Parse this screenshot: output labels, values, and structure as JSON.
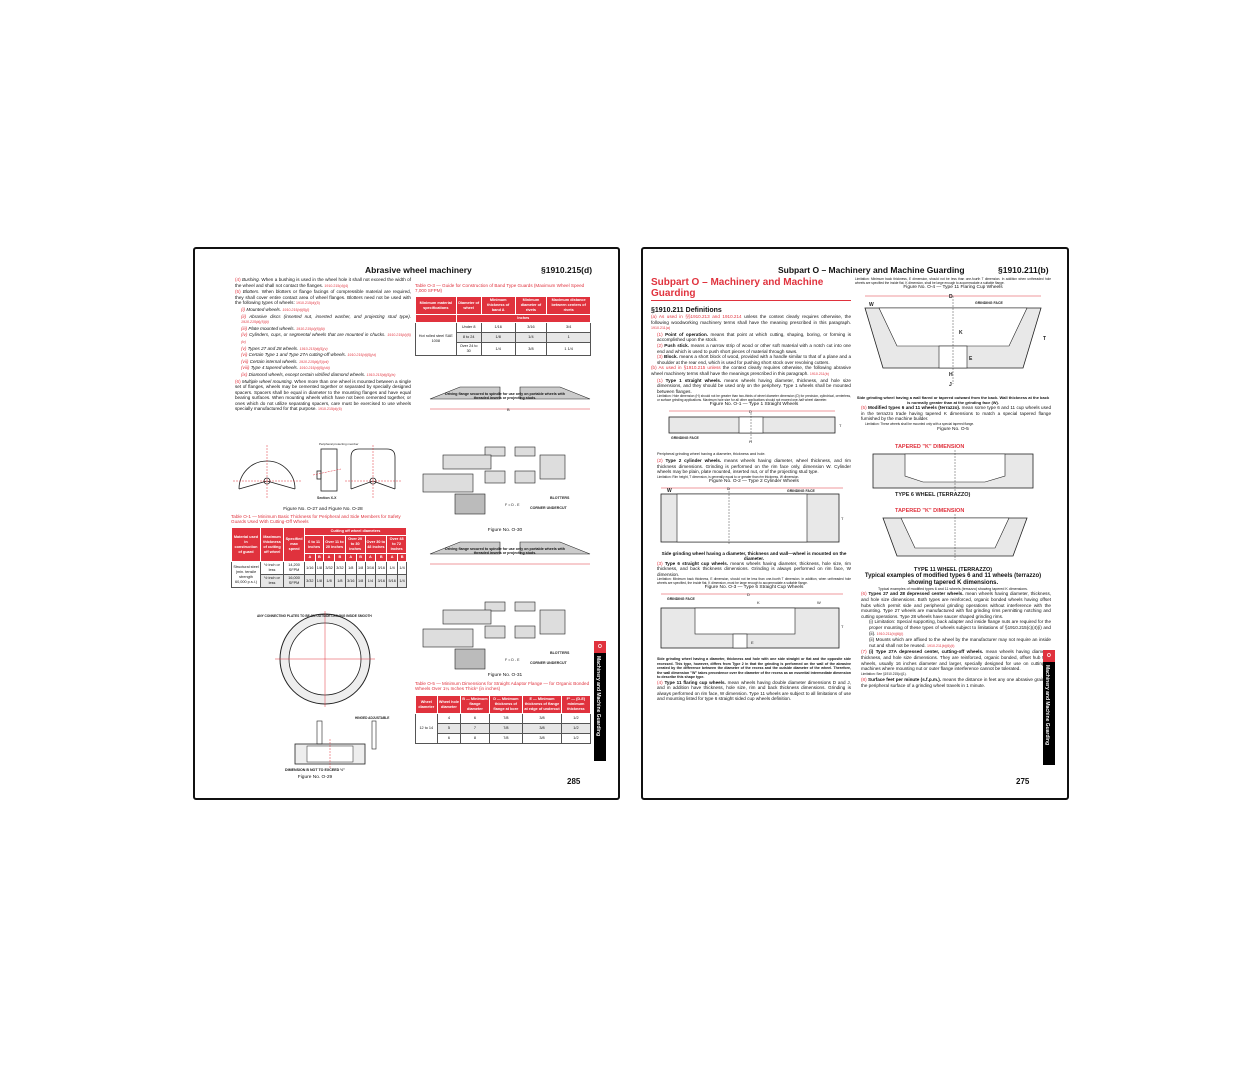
{
  "left_page": {
    "header_title": "Abrasive wheel machinery",
    "header_section": "§1910.215(d)",
    "page_number": "285",
    "side_tab": {
      "letter": "O",
      "label": "Machinery and Machine Guarding"
    },
    "paragraphs": {
      "p4_num": "(4)",
      "p4_lead": "Bushing.",
      "p4_text": "When a bushing is used in the wheel hole it shall not exceed the width of the wheel and shall not contact the flanges.",
      "p4_ref": "1910.215(d)(4)",
      "p5_num": "(5)",
      "p5_lead": "Blotters.",
      "p5_text": "When blotters or flange facings of compressible material are required, they shall cover entire contact area of wheel flanges. Blotters need not be used with the following types of wheels:",
      "p5_ref": "1910.215(d)(5)",
      "p6_num": "(6)",
      "p6_lead": "Multiple wheel mounting.",
      "p6_text": "When more than one wheel is mounted between a single set of flanges, wheels may be cemented together or separated by specially designed spacers. Spacers shall be equal in diameter to the mounting flanges and have equal bearing surfaces. When mounting wheels which have not been cemented together, or ones which do not utilize separating spacers, care must be exercised to use wheels specially manufactured for that purpose.",
      "p6_ref": "1910.215(d)(6)"
    },
    "blotter_exceptions": [
      {
        "num": "(i)",
        "text": "Mounted wheels.",
        "ref": "1910.215(d)(5)(i)"
      },
      {
        "num": "(ii)",
        "text": "Abrasive discs (inserted nut, inserted washer, and projecting stud type).",
        "ref": "1910.215(d)(5)(ii)"
      },
      {
        "num": "(iii)",
        "text": "Plate mounted wheels.",
        "ref": "1910.215(d)(5)(iii)"
      },
      {
        "num": "(iv)",
        "text": "Cylinders, cups, or segmental wheels that are mounted in chucks.",
        "ref": "1910.215(d)(5)(iv)"
      },
      {
        "num": "(v)",
        "text": "Types 27 and 28 wheels.",
        "ref": "1910.215(d)(5)(v)"
      },
      {
        "num": "(vi)",
        "text": "Certain Type 1 and Type 27A cutting-off wheels.",
        "ref": "1910.215(d)(5)(vi)"
      },
      {
        "num": "(vii)",
        "text": "Certain internal wheels.",
        "ref": "1910.215(d)(5)(vii)"
      },
      {
        "num": "(viii)",
        "text": "Type 4 tapered wheels.",
        "ref": "1910.215(d)(5)(viii)"
      },
      {
        "num": "(ix)",
        "text": "Diamond wheels, except certain vitrified diamond wheels.",
        "ref": "1910.215(d)(5)(ix)"
      }
    ],
    "figures": {
      "fig27_28": "Figure No. O-27 and Figure No. O-28",
      "fig27_28_section": "Section X-X",
      "fig27_28_member": "Peripheral protecting member",
      "fig29": "Figure No. O-29",
      "fig29_note1": "ANY CONNECTING PLATES TO BE ON OUTSIDE LEAVING INSIDE SMOOTH",
      "fig29_note2": "HINGED ADJUSTABLE",
      "fig29_note3": "DIMENSION B NOT TO EXCEED ½\"",
      "fig30": "Figure No. O-30",
      "fig31": "Figure No. O-31",
      "driving_flange_caption": "Driving flange secured to spindle for use only on portable wheels with threaded inserts or projecting studs.",
      "blotters_label": "BLOTTERS",
      "corner_undercut_label": "CORNER UNDERCUT",
      "f_formula": "F = D - E"
    },
    "table_o1": {
      "title": "Table O-1 — Minimum Basic Thickness for Peripheral and Side Members for Safety Guards Used With Cutting-Off Wheels",
      "col_material": "Material used in construction of guard",
      "col_thickness": "Maximum thickness of cutting off wheel",
      "col_speed": "Specified max speed",
      "col_group": "Cutting off wheel diameters",
      "ranges": [
        "6 to 11 inches",
        "Over 11 to 20 inches",
        "Over 20 to 30 inches",
        "Over 30 to 48 inches",
        "Over 48 to 72 inches"
      ],
      "ab": [
        "A",
        "B",
        "A",
        "B",
        "A",
        "B",
        "A",
        "B",
        "A",
        "B"
      ],
      "material": "Structural steel (min. tensile strength 60,000 p.s.i.)",
      "rows": [
        {
          "thickness": "½ inch or less",
          "speed": "14,200 SFPM",
          "values": [
            "1/16",
            "1/8",
            "3/32",
            "3/32",
            "1/8",
            "1/8",
            "3/16",
            "3/16",
            "1/4",
            "1/4"
          ]
        },
        {
          "thickness": "½ inch or less",
          "speed": "16,000 SFPM",
          "values": [
            "3/32",
            "1/8",
            "1/8",
            "1/8",
            "3/16",
            "1/8",
            "1/4",
            "3/16",
            "5/16",
            "1/4"
          ]
        }
      ]
    },
    "table_o3": {
      "title": "Table O-3 — Guide for Construction of Band Type Guards (Maximum Wheel Speed 7,000 SFPM)",
      "headers": [
        "Minimum material specifications",
        "Diameter of wheel",
        "Minimum thickness of band A",
        "Minimum diameter of rivets",
        "Maximum distance between centers of rivets"
      ],
      "unit": "Inches",
      "material": "Hot rolled steel SAE 1008",
      "rows": [
        {
          "diameter": "Under 8",
          "band": "1/16",
          "rivet": "3/16",
          "distance": "3/4"
        },
        {
          "diameter": "8 to 24",
          "band": "1/8",
          "rivet": "1/4",
          "distance": "1"
        },
        {
          "diameter": "Over 24 to 30",
          "band": "1/4",
          "rivet": "3/8",
          "distance": "1 1/4"
        }
      ]
    },
    "table_o5": {
      "title": "Table O-5 — Minimum Dimensions for Straight Adaptor Flange — for Organic Bonded Wheels Over 1¼ Inches Thick¹ (in inches)",
      "headers": [
        "Wheel diameter",
        "Wheel hole diameter",
        "B — Minimum flange diameter",
        "D — Minimum thickness of flange at bore",
        "E — Minimum thickness of flange at edge of undercut",
        "F¹ — (D-E) minimum thickness"
      ],
      "diameter": "12 to 14",
      "rows": [
        {
          "hole": "4",
          "b": "6",
          "d": "7/8",
          "e": "3/8",
          "f": "1/2"
        },
        {
          "hole": "5",
          "b": "7",
          "d": "7/8",
          "e": "3/8",
          "f": "1/2"
        },
        {
          "hole": "6",
          "b": "8",
          "d": "7/8",
          "e": "3/8",
          "f": "1/2"
        }
      ]
    }
  },
  "right_page": {
    "header_title": "Subpart O – Machinery and Machine Guarding",
    "header_section": "§1910.211(b)",
    "page_title": "Subpart O – Machinery and Machine Guarding",
    "section_title": "§1910.211 Definitions",
    "page_number": "275",
    "side_tab": {
      "letter": "O",
      "label": "Machinery and Machine Guarding"
    },
    "a_lead": "(a) As used in §§1910.213 and 1910.214",
    "a_text": "unless the context clearly requires otherwise, the following woodworking machinery terms shall have the meaning prescribed in this paragraph.",
    "a_ref": "1910.211(a)",
    "a_items": [
      {
        "num": "(1)",
        "lead": "Point of operation.",
        "text": "means that point at which cutting, shaping, boring, or forming is accomplished upon the stock."
      },
      {
        "num": "(2)",
        "lead": "Push stick.",
        "text": "means a narrow strip of wood or other soft material with a notch cut into one end and which is used to push short pieces of material through saws."
      },
      {
        "num": "(3)",
        "lead": "Block.",
        "text": "means a short block of wood, provided with a handle similar to that of a plane and a shoulder at the rear end, which is used for pushing short stock over revolving cutters."
      }
    ],
    "b_lead": "(b) As used in §1910.215 unless",
    "b_text": "the context clearly requires otherwise, the following abrasive wheel machinery terms shall have the meanings prescribed in this paragraph.",
    "b_ref": "1910.211(b)",
    "type1": {
      "num": "(1)",
      "lead": "Type 1 straight wheels.",
      "text": "means wheels having diameter, thickness, and hole size dimensions, and they should be used only on the periphery. Type 1 wheels shall be mounted between flanges.",
      "limitation": "Limitation: Hole dimension (H) should not be greater than two-thirds of wheel diameter dimension (D) for precision, cylindrical, centerless, or surface grinding applications. Maximum hole size for all other applications should not exceed one-half wheel diameter.",
      "figure": "Figure No. O-1 — Type 1 Straight Wheels",
      "caption": "Peripheral grinding wheel having a diameter, thickness and hole."
    },
    "type2": {
      "num": "(2)",
      "lead": "Type 2 cylinder wheels.",
      "text": "means wheels having diameter, wheel thickness, and rim thickness dimensions. Grinding is performed on the rim face only, dimension W. Cylinder wheels may be plain, plate mounted, inserted nut, or of the projecting stud type.",
      "limitation": "Limitation: Rim height, T dimension, is generally equal to or greater than rim thickness, W dimension.",
      "figure": "Figure No. O-2 — Type 2 Cylinder Wheels",
      "caption": "Side grinding wheel having a diameter, thickness and wall—wheel is mounted on the diameter."
    },
    "type6": {
      "num": "(3)",
      "lead": "Type 6 straight cup wheels.",
      "text": "means wheels having diameter, thickness, hole size, rim thickness, and back thickness dimensions. Grinding is always performed on rim face, W dimension.",
      "limitation": "Limitation: Minimum back thickness, E dimension, should not be less than one-fourth T dimension. In addition, when unthreaded hole wheels are specified, the inside flat, K dimension, must be large enough to accommodate a suitable flange.",
      "figure": "Figure No. O-3 — Type 6 Straight Cup Wheels",
      "caption": "Side grinding wheel having a diameter, thickness and hole with one side straight or flat and the opposite side recessed. This type, however, differs from Type 2 in that the grinding is performed on the wall of the abrasive created by the difference between the diameter of the recess and the outside diameter of the wheel. Therefore, the wall dimension \"W\" takes precedence over the diameter of the recess as an essential intermediate dimension to describe this shape type."
    },
    "type11": {
      "num": "(4)",
      "lead": "Type 11 flaring cup wheels.",
      "text": "mean wheels having double diameter dimensions D and J, and in addition have thickness, hole size, rim and back thickness dimensions. Grinding is always performed on rim face, W dimension. Type 11 wheels are subject to all limitations of use and mounting listed for type 6 straight sided cup wheels definition.",
      "limitation": "Limitation: Minimum back thickness, E dimension, should not be less than one-fourth T dimension. In addition when unthreaded hole wheels are specified the inside flat, K dimension, shall be large enough to accommodate a suitable flange.",
      "figure": "Figure No. O-4 — Type 11 Flaring Cup Wheels",
      "caption": "Side grinding wheel having a wall flared or tapered outward from the back. Wall thickness at the back is normally greater than at the grinding face (W)."
    },
    "type5": {
      "num": "(5)",
      "lead": "Modified types 6 and 11 wheels (terrazzo).",
      "text": "mean some type 6 and 11 cup wheels used in the terrazzo trade having tapered K dimensions to match a special tapered flange furnished by the machine builder.",
      "limitation": "Limitation: These wheels shall be mounted only with a special tapered flange.",
      "figure": "Figure No. O-5"
    },
    "terrazzo": {
      "tapered_label": "TAPERED \"K\" DIMENSION",
      "type6_label": "TYPE 6 WHEEL (TERRAZZO)",
      "type11_label": "TYPE 11 WHEEL (TERRAZZO)",
      "caption_bold": "Typical examples of modified types 6 and 11 wheels (terrazzo) showing tapered K dimensions.",
      "caption_small": "Typical examples of modified types 6 and 11 wheels (terrazzo) showing tapered K dimensions."
    },
    "type27": {
      "num": "(6)",
      "lead": "Types 27 and 28 depressed center wheels.",
      "text": "mean wheels having diameter, thickness, and hole size dimensions. Both types are reinforced, organic bonded wheels having offset hubs which permit side and peripheral grinding operations without interference with the mounting. Type 27 wheels are manufactured with flat grinding rims permitting notching and cutting operations. Type 28 wheels have saucer shaped grinding rims.",
      "sub_i": "(i) Limitation: Special supporting, back adapter and inside flange nuts are required for the proper mounting of these types of wheels subject to limitations of §1910.215(c)(4)(i) and (ii).",
      "sub_i_ref": "1910.211(b)(6)(i)",
      "sub_ii": "(ii) Mounts which are affixed to the wheel by the manufacturer may not require an inside nut and shall not be reused.",
      "sub_ii_ref": "1910.211(b)(6)(ii)"
    },
    "type27a": {
      "num": "(7)",
      "lead": "(i) Type 27A depressed center, cutting-off wheels.",
      "text": "mean wheels having diameter, thickness, and hole size dimensions. They are reinforced, organic bonded, offset hub type wheels, usually 16 inches diameter and larger, specially designed for use on cutting-off machines where mounting nut or outer flange interference cannot be tolerated.",
      "limitation": "Limitation: See §1910.215(c)(1)."
    },
    "sfpm": {
      "num": "(8)",
      "lead": "Surface feet per minute (s.f.p.m.).",
      "text": "means the distance in feet any one abrasive grain on the peripheral surface of a grinding wheel travels in 1 minute."
    },
    "diagram_labels": {
      "grinding_face": "GRINDING FACE",
      "D": "D",
      "H": "H",
      "T": "T",
      "W": "W",
      "K": "K",
      "E": "E",
      "J": "J"
    }
  }
}
